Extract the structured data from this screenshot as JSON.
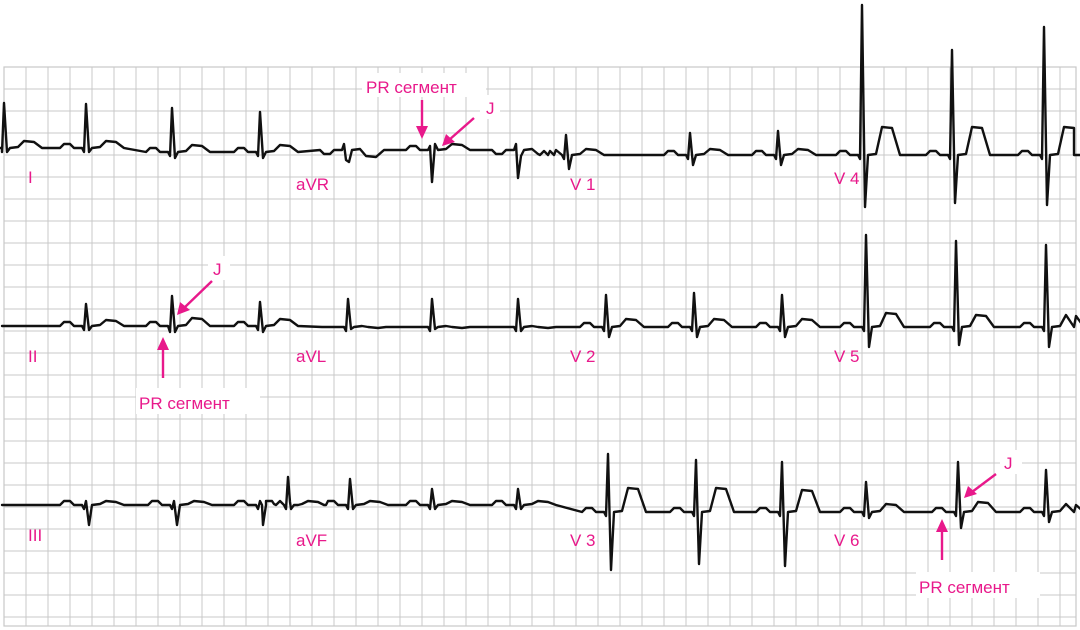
{
  "colors": {
    "grid": "#c8c8c8",
    "trace": "#111111",
    "annotation": "#e8198b",
    "background": "#ffffff"
  },
  "leads": {
    "I": "I",
    "aVR": "aVR",
    "V1": "V 1",
    "V4": "V 4",
    "II": "II",
    "aVL": "aVL",
    "V2": "V 2",
    "V5": "V 5",
    "III": "III",
    "aVF": "aVF",
    "V3": "V 3",
    "V6": "V 6"
  },
  "annotations": {
    "pr_segment": "PR сегмент",
    "j_point": "J"
  }
}
